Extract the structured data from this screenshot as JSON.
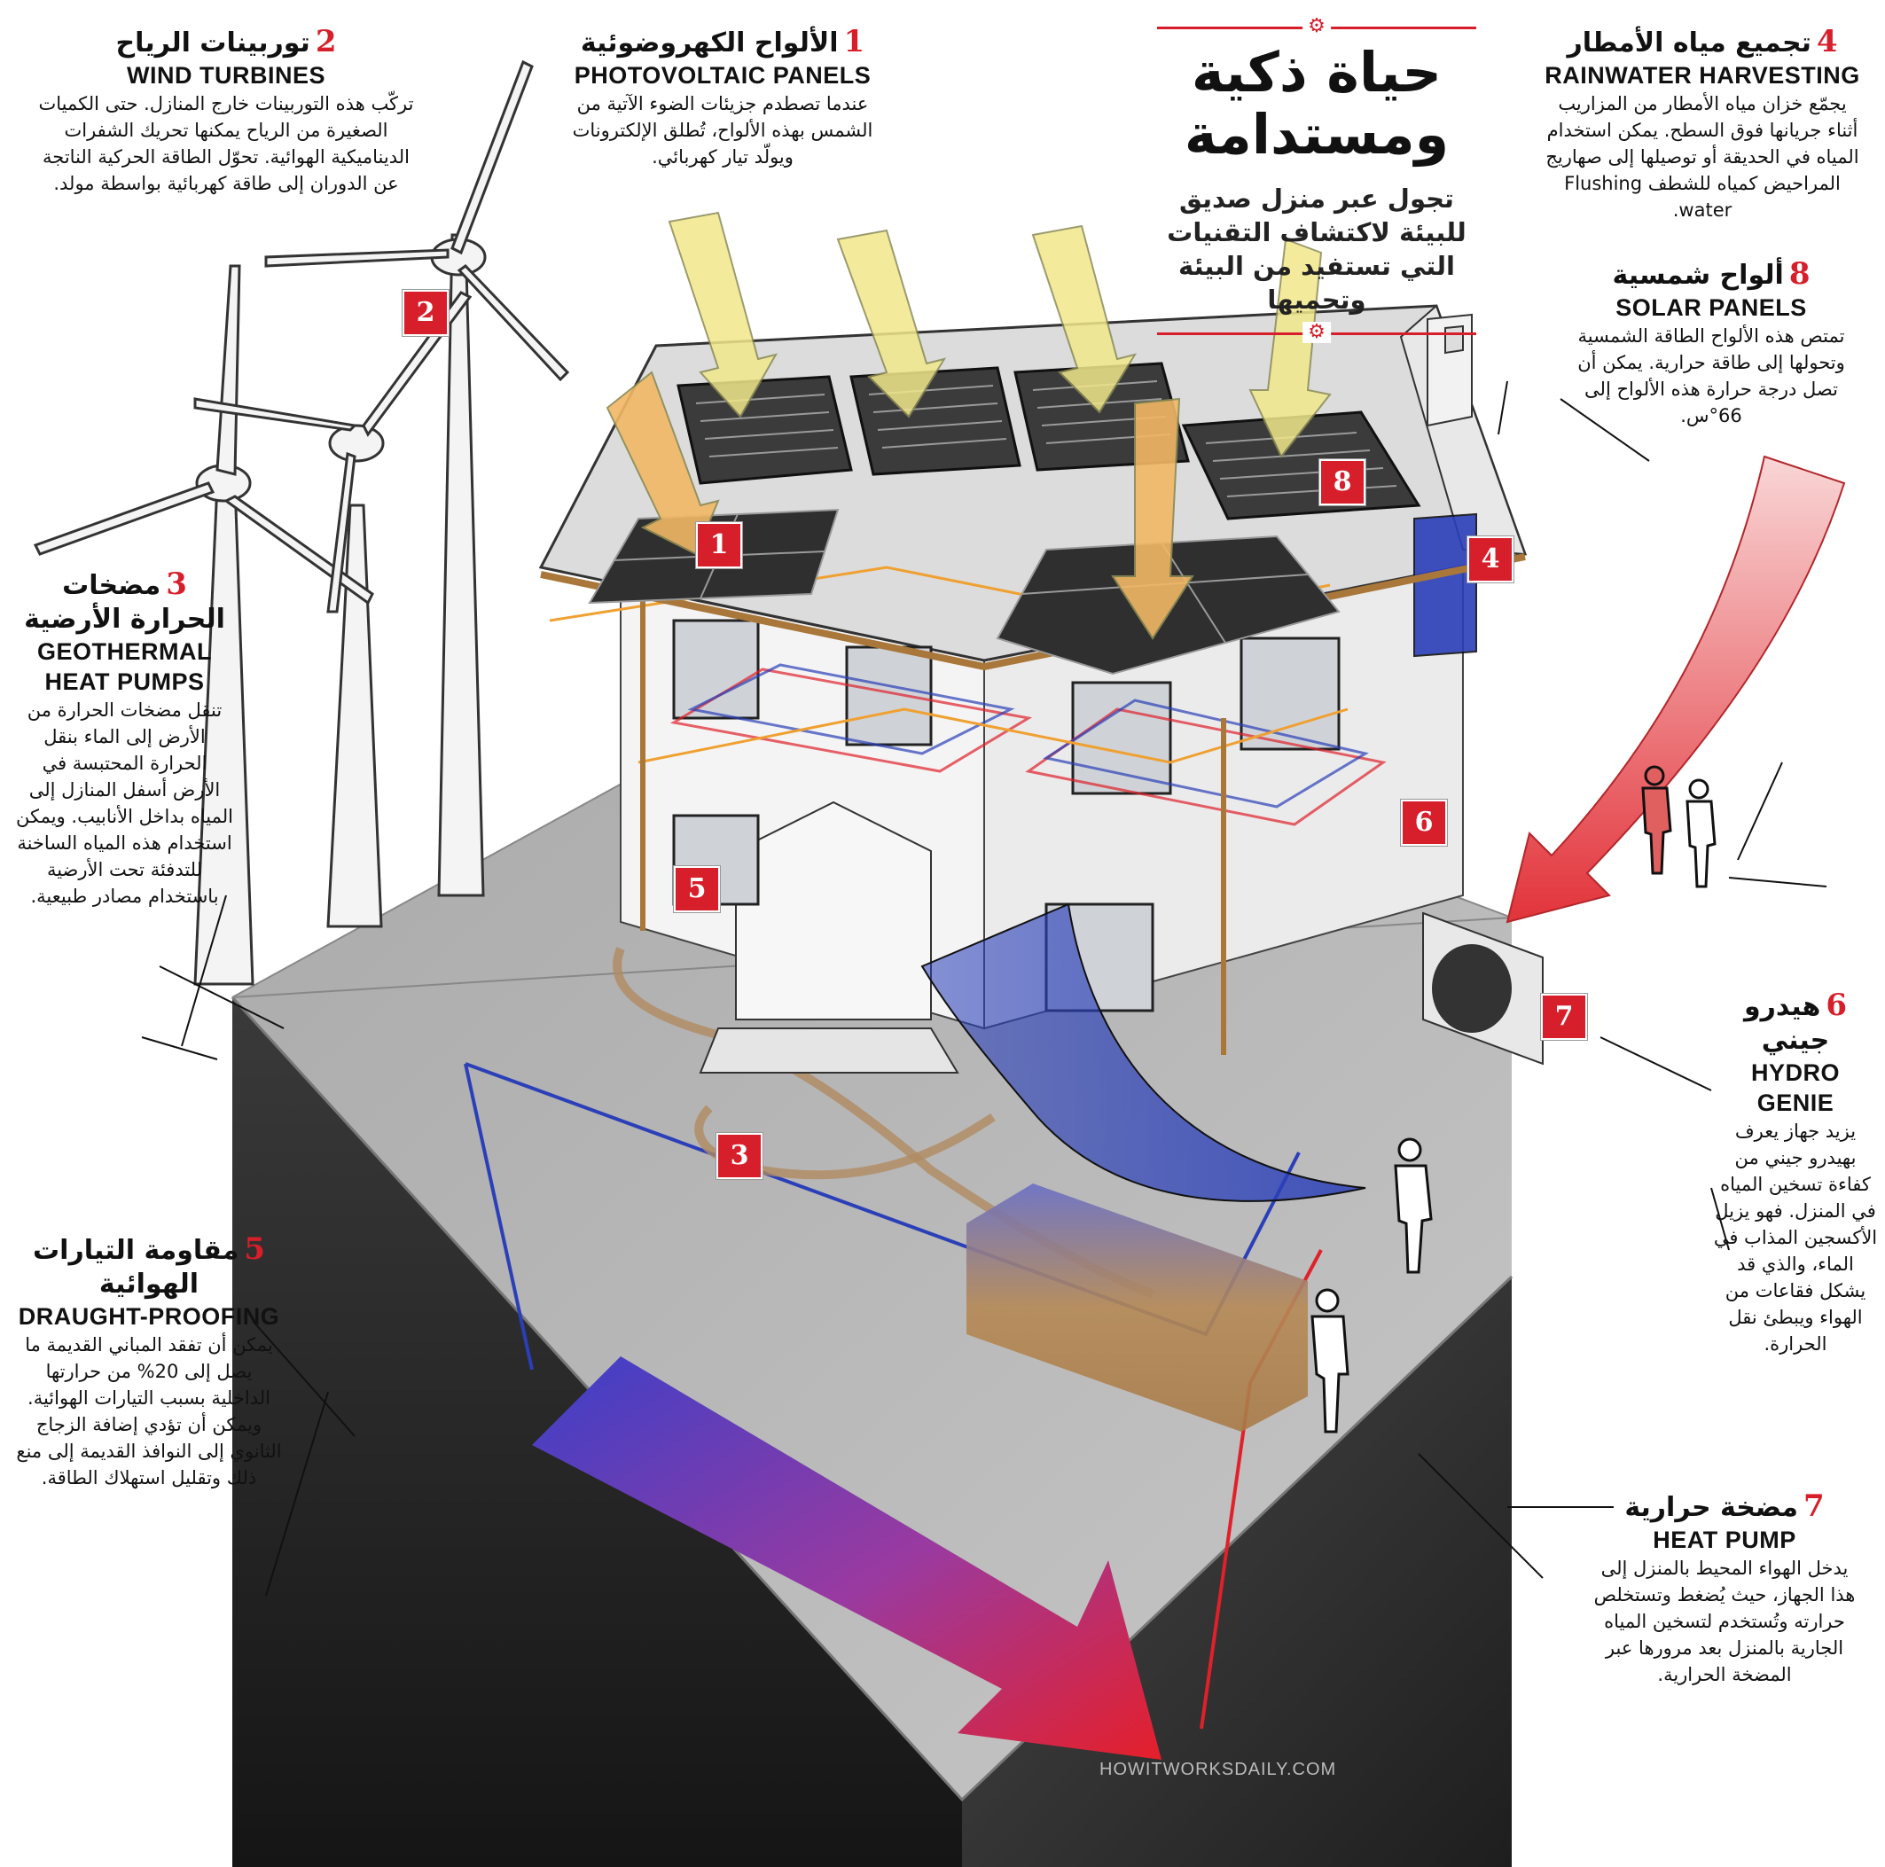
{
  "header": {
    "title": "حياة ذكية ومستدامة",
    "subtitle": "تجول عبر منزل صديق للبيئة لاكتشاف التقنيات التي تستفيد من البيئة وتحميها"
  },
  "callouts": [
    {
      "id": 1,
      "num": "1",
      "title_ar": "الألواح الكهروضوئية",
      "title_en": "PHOTOVOLTAIC PANELS",
      "body": "عندما تصطدم جزيئات الضوء الآتية من الشمس بهذه الألواح، تُطلق الإلكترونات ويولّد تيار كهربائي."
    },
    {
      "id": 2,
      "num": "2",
      "title_ar": "توربينات الرياح",
      "title_en": "WIND TURBINES",
      "body": "تركّب هذه التوربينات خارج المنازل. حتى الكميات الصغيرة من الرياح يمكنها تحريك الشفرات الديناميكية الهوائية. تحوّل الطاقة الحركية الناتجة عن الدوران إلى طاقة كهربائية بواسطة مولد."
    },
    {
      "id": 3,
      "num": "3",
      "title_ar": "مضخات الحرارة الأرضية",
      "title_en": "GEOTHERMAL HEAT PUMPS",
      "body": "تنقل مضخات الحرارة من الأرض إلى الماء بنقل الحرارة المحتبسة في الأرض أسفل المنازل إلى المياه بداخل الأنابيب. ويمكن استخدام هذه المياه الساخنة للتدفئة تحت الأرضية باستخدام مصادر طبيعية."
    },
    {
      "id": 4,
      "num": "4",
      "title_ar": "تجميع مياه الأمطار",
      "title_en": "RAINWATER HARVESTING",
      "body": "يجمّع خزان مياه الأمطار من المزاريب أثناء جريانها فوق السطح. يمكن استخدام المياه في الحديقة أو توصيلها إلى صهاريج المراحيض كمياه للشطف Flushing water."
    },
    {
      "id": 5,
      "num": "5",
      "title_ar": "مقاومة التيارات الهوائية",
      "title_en": "DRAUGHT-PROOFING",
      "body": "يمكن أن تفقد المباني القديمة ما يصل إلى 20% من حرارتها الداخلية بسبب التيارات الهوائية. ويمكن أن تؤدي إضافة الزجاج الثانوي إلى النوافذ القديمة إلى منع ذلك وتقليل استهلاك الطاقة."
    },
    {
      "id": 6,
      "num": "6",
      "title_ar": "هيدرو جيني",
      "title_en": "HYDRO GENIE",
      "body": "يزيد جهاز يعرف بهيدرو جيني من كفاءة تسخين المياه في المنزل. فهو يزيل الأكسجين المذاب في الماء، والذي قد يشكل فقاعات من الهواء ويبطئ نقل الحرارة."
    },
    {
      "id": 7,
      "num": "7",
      "title_ar": "مضخة حرارية",
      "title_en": "HEAT PUMP",
      "body": "يدخل الهواء المحيط بالمنزل إلى هذا الجهاز، حيث يُضغط وتستخلص حرارته وتُستخدم لتسخين المياه الجارية بالمنزل بعد مرورها عبر المضخة الحرارية."
    },
    {
      "id": 8,
      "num": "8",
      "title_ar": "ألواح شمسية",
      "title_en": "SOLAR PANELS",
      "body": "تمتص هذه الألواح الطاقة الشمسية وتحولها إلى طاقة حرارية. يمكن أن تصل درجة حرارة هذه الألواح إلى 66°س."
    }
  ],
  "badges": [
    "1",
    "2",
    "3",
    "4",
    "5",
    "6",
    "7",
    "8"
  ],
  "watermark": "HOWITWORKSDAILY.COM",
  "colors": {
    "accent_red": "#d71f2b",
    "ground_dark": "#2b2b2b",
    "ground_top": "#b9b9b9",
    "pipe_blue": "#2a3fb8",
    "pipe_red": "#e0202a",
    "pipe_orange": "#f0a030",
    "sun_yellow": "#f1e88a",
    "sun_orange": "#f2b866"
  }
}
